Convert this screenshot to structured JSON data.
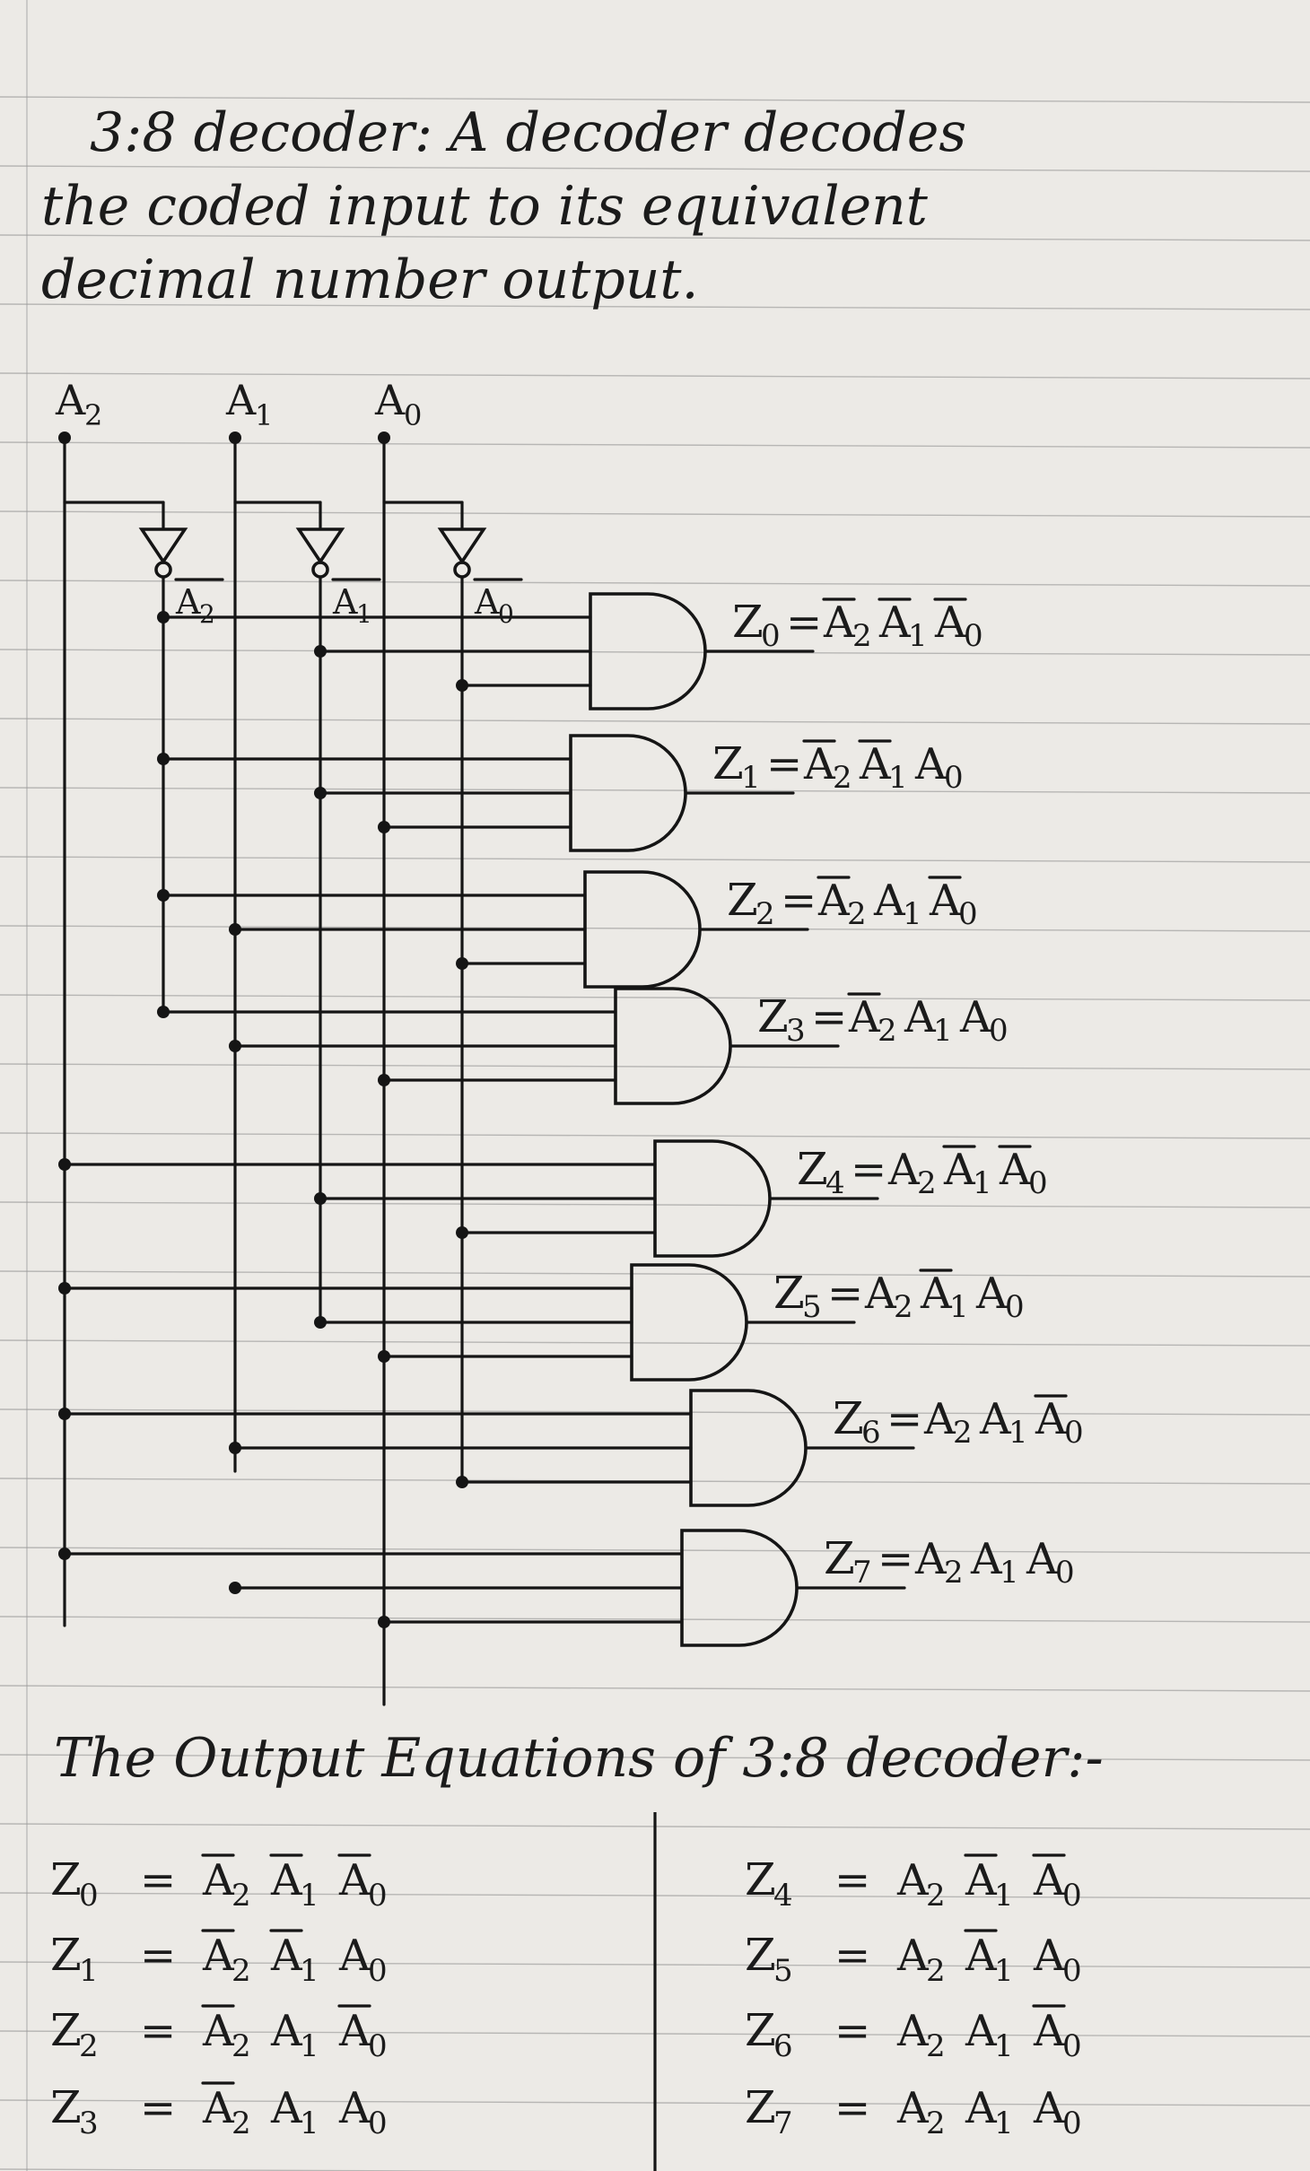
{
  "heading": {
    "line1": "3:8 decoder: A decoder decodes",
    "line2": "the coded input to its equivalent",
    "line3": "decimal number output."
  },
  "inputs": [
    {
      "base": "A",
      "sub": "2"
    },
    {
      "base": "A",
      "sub": "1"
    },
    {
      "base": "A",
      "sub": "0"
    }
  ],
  "inverted_labels": [
    {
      "base": "A",
      "sub": "2"
    },
    {
      "base": "A",
      "sub": "1"
    },
    {
      "base": "A",
      "sub": "0"
    }
  ],
  "gates": [
    {
      "out": "Z",
      "sub": "0",
      "expr": [
        {
          "s": "2",
          "bar": true
        },
        {
          "s": "1",
          "bar": true
        },
        {
          "s": "0",
          "bar": true
        }
      ]
    },
    {
      "out": "Z",
      "sub": "1",
      "expr": [
        {
          "s": "2",
          "bar": true
        },
        {
          "s": "1",
          "bar": true
        },
        {
          "s": "0",
          "bar": false
        }
      ]
    },
    {
      "out": "Z",
      "sub": "2",
      "expr": [
        {
          "s": "2",
          "bar": true
        },
        {
          "s": "1",
          "bar": false
        },
        {
          "s": "0",
          "bar": true
        }
      ]
    },
    {
      "out": "Z",
      "sub": "3",
      "expr": [
        {
          "s": "2",
          "bar": true
        },
        {
          "s": "1",
          "bar": false
        },
        {
          "s": "0",
          "bar": false
        }
      ]
    },
    {
      "out": "Z",
      "sub": "4",
      "expr": [
        {
          "s": "2",
          "bar": false
        },
        {
          "s": "1",
          "bar": true
        },
        {
          "s": "0",
          "bar": true
        }
      ]
    },
    {
      "out": "Z",
      "sub": "5",
      "expr": [
        {
          "s": "2",
          "bar": false
        },
        {
          "s": "1",
          "bar": true
        },
        {
          "s": "0",
          "bar": false
        }
      ]
    },
    {
      "out": "Z",
      "sub": "6",
      "expr": [
        {
          "s": "2",
          "bar": false
        },
        {
          "s": "1",
          "bar": false
        },
        {
          "s": "0",
          "bar": true
        }
      ]
    },
    {
      "out": "Z",
      "sub": "7",
      "expr": [
        {
          "s": "2",
          "bar": false
        },
        {
          "s": "1",
          "bar": false
        },
        {
          "s": "0",
          "bar": false
        }
      ]
    }
  ],
  "equations_title": "The Output Equations of 3:8 decoder:-"
}
